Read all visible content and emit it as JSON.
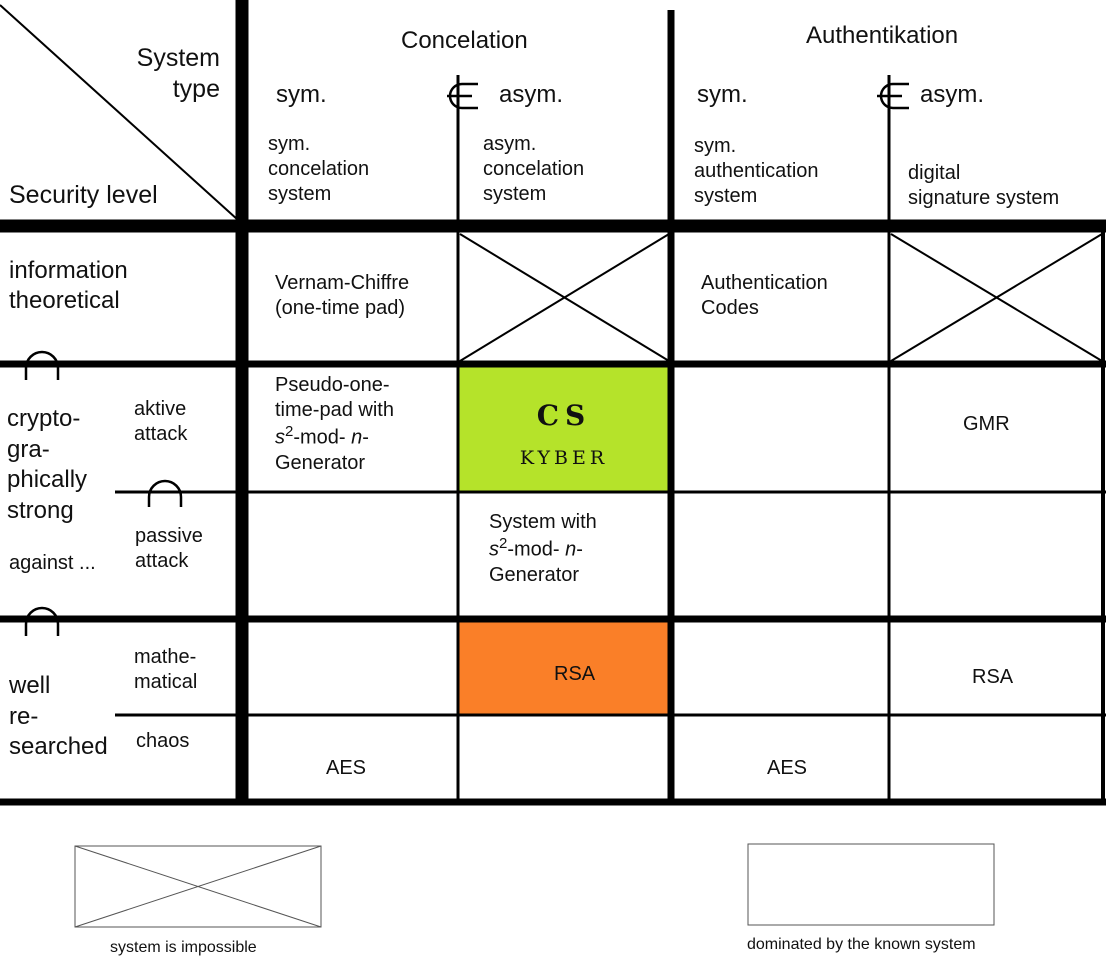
{
  "corner": {
    "system_type": "System\ntype",
    "security_level": "Security level"
  },
  "header": {
    "concelation": "Concelation",
    "authentikation": "Authentikation",
    "sym_1": "sym.",
    "asym_1": "asym.",
    "sym_2": "sym.",
    "asym_2": "asym.",
    "sub_sym_concelation": "sym.\nconcelation\nsystem",
    "sub_asym_concelation": "asym.\nconcelation\nsystem",
    "sub_sym_auth": "sym.\nauthentication\nsystem",
    "sub_digital_signature": "digital\nsignature system"
  },
  "rows": {
    "information_theoretical": "information\ntheoretical",
    "cryptographically_strong": "crypto-\ngra-\nphically\nstrong",
    "against": "against ...",
    "aktive_attack": "aktive\nattack",
    "passive_attack": "passive\nattack",
    "well_researched": "well\nre-\nsearched",
    "mathematical": "mathe-\nmatical",
    "chaos": "chaos"
  },
  "cells": {
    "vernam": "Vernam-Chiffre\n(one-time pad)",
    "authentication_codes": "Authentication\nCodes",
    "pseudo_line1": "Pseudo-one-\ntime-pad  with",
    "pseudo_s": "s",
    "pseudo_sup": "2",
    "pseudo_line2_rest": "-mod- ",
    "pseudo_n": "n",
    "pseudo_dash": "-",
    "pseudo_line3": "Generator",
    "cs": "CS",
    "kyber": "KYBER",
    "gmr": "GMR",
    "system_with": "System with",
    "sw_s": "s",
    "sw_sup": "2",
    "sw_rest": "-mod- ",
    "sw_n": "n",
    "sw_dash": "-",
    "sw_line3": "Generator",
    "rsa_concelation": "RSA",
    "rsa_signature": "RSA",
    "aes_concelation": "AES",
    "aes_auth": "AES"
  },
  "legend": {
    "impossible": "system is impossible",
    "dominated": "dominated by the known system"
  },
  "colors": {
    "cs_cell": "#b5e32a",
    "rsa_cell": "#fa7f28",
    "lines": "#000000"
  }
}
